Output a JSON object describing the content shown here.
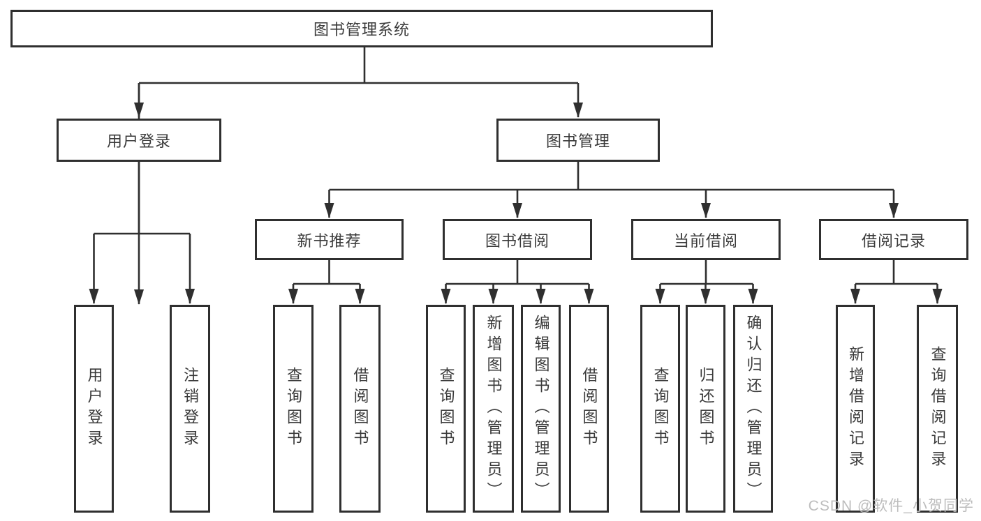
{
  "nodes": {
    "root": "图书管理系统",
    "user_login": "用户登录",
    "book_mgmt": "图书管理",
    "new_book_rec": "新书推荐",
    "book_borrow": "图书借阅",
    "current_borrow": "当前借阅",
    "borrow_records": "借阅记录",
    "ul_user_login": "用户登录",
    "ul_logout": "注销登录",
    "nbr_query_book": "查询图书",
    "nbr_borrow_book": "借阅图书",
    "bb_query_book": "查询图书",
    "bb_add_book": "新增图书（管理员）",
    "bb_edit_book": "编辑图书（管理员）",
    "bb_borrow_book": "借阅图书",
    "cb_query_book": "查询图书",
    "cb_return_book": "归还图书",
    "cb_confirm_return": "确认归还（管理员）",
    "br_add_record": "新增借阅记录",
    "br_query_record": "查询借阅记录"
  },
  "watermark": "CSDN @软件_小贺同学",
  "colors": {
    "line": "#2f2f2f",
    "text": "#3a3a3a",
    "watermark": "#b9b9b9",
    "background": "#ffffff"
  }
}
